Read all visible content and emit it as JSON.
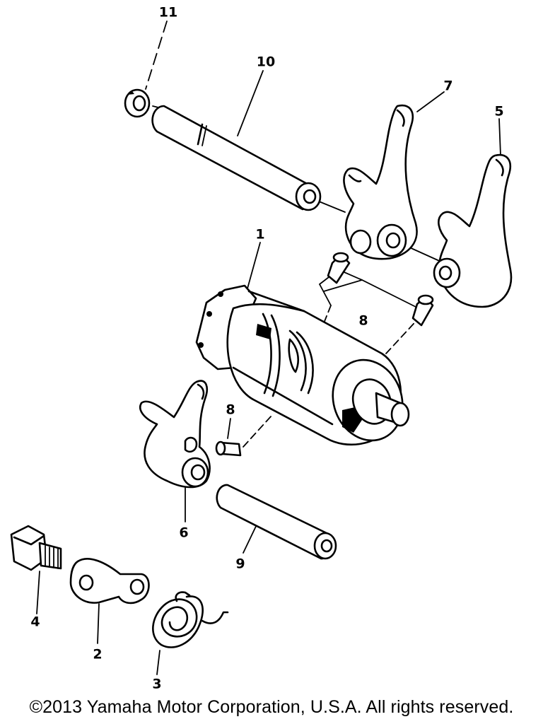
{
  "parts": [
    {
      "id": "drum",
      "callout": "1"
    },
    {
      "id": "stopper-lever",
      "callout": "2"
    },
    {
      "id": "torsion-spring",
      "callout": "3"
    },
    {
      "id": "bolt",
      "callout": "4"
    },
    {
      "id": "shift-fork-right",
      "callout": "5"
    },
    {
      "id": "shift-fork-left",
      "callout": "6"
    },
    {
      "id": "shift-fork-center",
      "callout": "7"
    },
    {
      "id": "guide-pin-top",
      "callout": "8"
    },
    {
      "id": "guide-pin-left",
      "callout": "8"
    },
    {
      "id": "guide-bar-lower",
      "callout": "9"
    },
    {
      "id": "guide-bar-upper",
      "callout": "10"
    },
    {
      "id": "circlip",
      "callout": "11"
    }
  ],
  "copyright": "©2013 Yamaha Motor Corporation, U.S.A. All rights reserved."
}
